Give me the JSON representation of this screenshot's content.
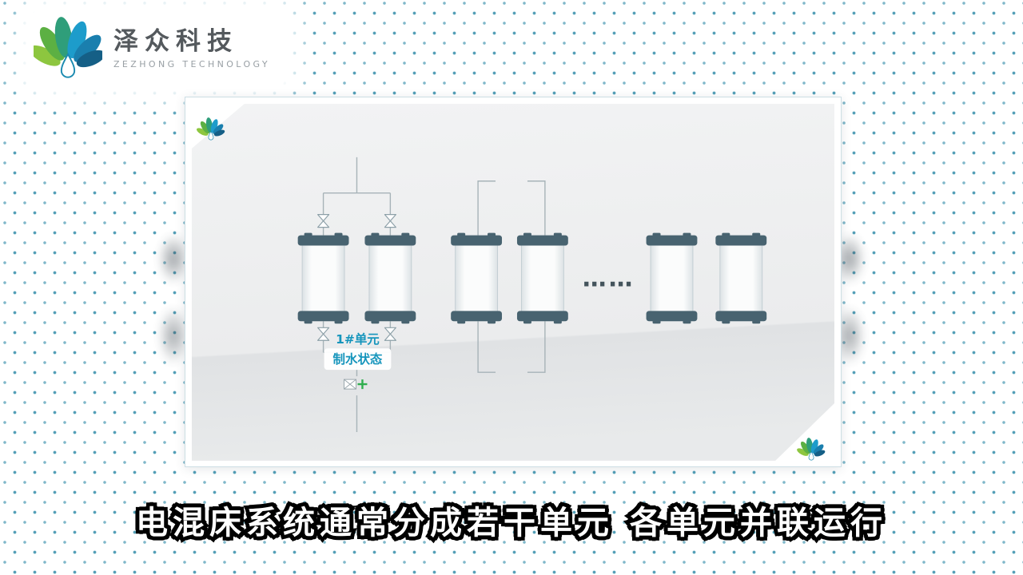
{
  "brand": {
    "name": "泽众科技",
    "name_en": "ZEZHONG TECHNOLOGY"
  },
  "diagram": {
    "unit_label": {
      "line1": "1#单元",
      "line2": "制水状态"
    },
    "ellipsis": "……"
  },
  "caption": {
    "text": "电混床系统通常分成若干单元  各单元并联运行"
  },
  "colors": {
    "dot": "#187e9e",
    "vessel_cap": "#486370",
    "pipe": "#a7b3b8",
    "unit_label_teal": "#1695bc",
    "indicator_green": "#2fae4e",
    "caption_fill": "#ffffff",
    "caption_stroke": "#000000",
    "brand_green": "#8dc63f",
    "brand_blue": "#1a7fae"
  }
}
